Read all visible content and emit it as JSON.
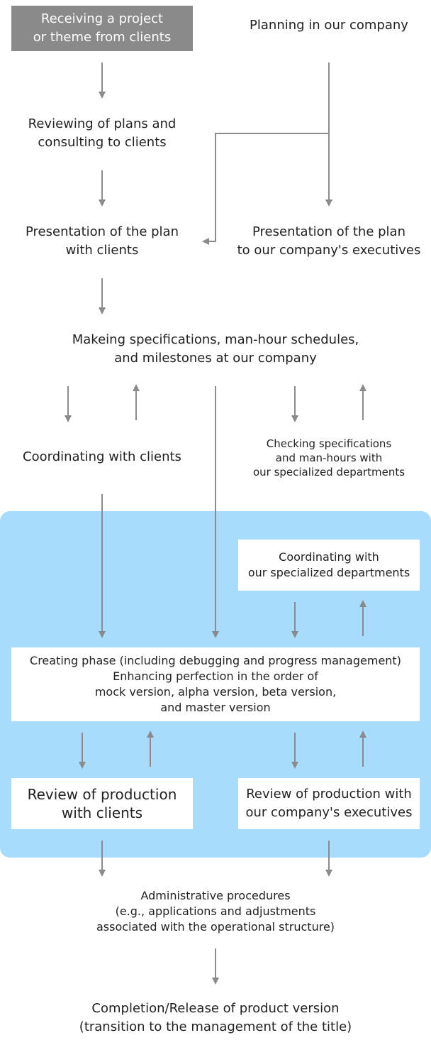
{
  "colors": {
    "panel": "#a7dcfd",
    "start_box": "#8a8a8a",
    "arrow": "#8a8a8a",
    "text": "#222222"
  },
  "nodes": {
    "receiving": [
      "Receiving a project",
      "or theme from clients"
    ],
    "planning": [
      "Planning in our company"
    ],
    "reviewing": [
      "Reviewing of plans and",
      "consulting to clients"
    ],
    "present_clients": [
      "Presentation of the plan",
      "with clients"
    ],
    "present_exec": [
      "Presentation of the plan",
      "to our company's executives"
    ],
    "making_specs": [
      "Makeing specifications, man-hour schedules,",
      "and milestones at our company"
    ],
    "coord_clients": [
      "Coordinating with clients"
    ],
    "checking_specs": [
      "Checking specifications",
      "and man-hours with",
      "our specialized departments"
    ],
    "coord_depts": [
      "Coordinating with",
      "our specialized departments"
    ],
    "creating_phase": [
      "Creating phase (including debugging and progress management)",
      "Enhancing perfection in the order of",
      "mock version, alpha version, beta version,",
      "and master version"
    ],
    "review_clients": [
      "Review of production",
      "with clients"
    ],
    "review_exec": [
      "Review of production with",
      "our company's executives"
    ],
    "admin": [
      "Administrative procedures",
      "(e.g., applications and adjustments",
      "associated with the operational structure)"
    ],
    "completion": [
      "Completion/Release of product version",
      "(transition to the management of the title)"
    ]
  }
}
